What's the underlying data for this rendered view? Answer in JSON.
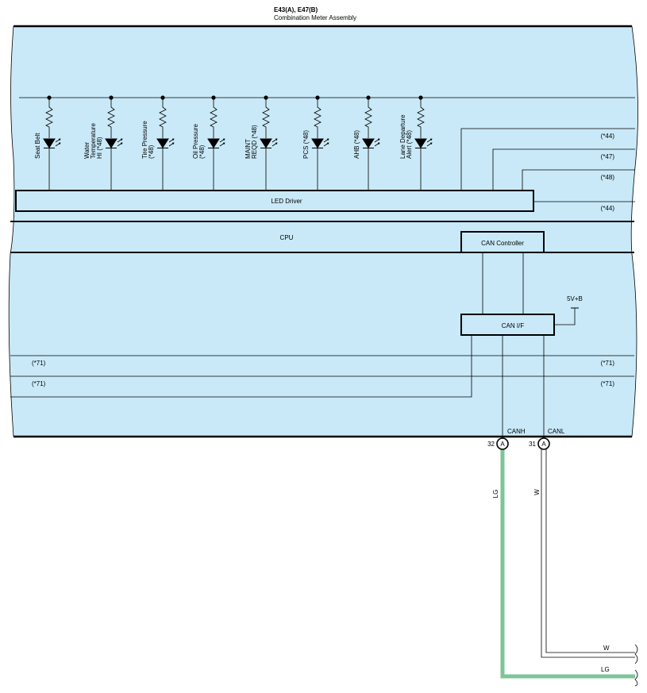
{
  "header": {
    "connector_codes": "E43(A), E47(B)",
    "component_name": "Combination Meter Assembly"
  },
  "indicators": [
    {
      "lines": [
        "Seat Belt"
      ]
    },
    {
      "lines": [
        "Water",
        "Temperature",
        "HI (*48)"
      ]
    },
    {
      "lines": [
        "Tire Pressure",
        "(*48)"
      ]
    },
    {
      "lines": [
        "Oil Pressure",
        "(*48)"
      ]
    },
    {
      "lines": [
        "MAINT",
        "REQD (*48)"
      ]
    },
    {
      "lines": [
        "PCS (*48)"
      ]
    },
    {
      "lines": [
        "AHB (*48)"
      ]
    },
    {
      "lines": [
        "Lane Departure",
        "Alert (*48)"
      ]
    }
  ],
  "blocks": {
    "led_driver": "LED Driver",
    "cpu": "CPU",
    "can_controller": "CAN Controller",
    "can_if": "CAN I/F",
    "supply": "5V+B"
  },
  "option_notes": {
    "led_right": [
      "(*44)",
      "(*47)",
      "(*48)",
      "(*44)"
    ],
    "lower_left": [
      "(*71)",
      "(*71)"
    ],
    "lower_right": [
      "(*71)",
      "(*71)"
    ]
  },
  "terminals": [
    {
      "signal": "CANH",
      "pin": "32",
      "connector": "A",
      "wire_color_label": "LG",
      "color": "#7dc598"
    },
    {
      "signal": "CANL",
      "pin": "31",
      "connector": "A",
      "wire_color_label": "W",
      "color": "#000000"
    }
  ],
  "colors": {
    "module_fill": "#c9e9f8",
    "lg_wire": "#7dc598"
  }
}
